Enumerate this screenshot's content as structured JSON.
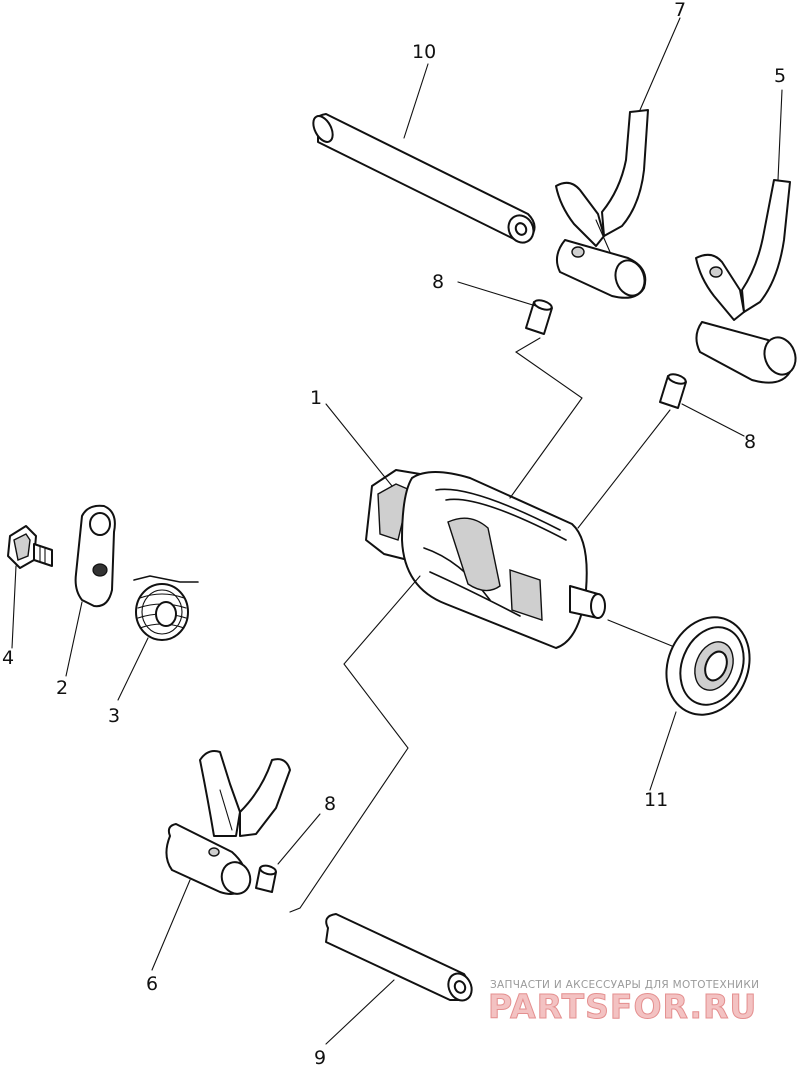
{
  "parts": [
    {
      "id": "part-1",
      "label": "1"
    },
    {
      "id": "part-2",
      "label": "2"
    },
    {
      "id": "part-3",
      "label": "3"
    },
    {
      "id": "part-4",
      "label": "4"
    },
    {
      "id": "part-5",
      "label": "5"
    },
    {
      "id": "part-6",
      "label": "6"
    },
    {
      "id": "part-7",
      "label": "7"
    },
    {
      "id": "part-8a",
      "label": "8"
    },
    {
      "id": "part-8b",
      "label": "8"
    },
    {
      "id": "part-8c",
      "label": "8"
    },
    {
      "id": "part-9",
      "label": "9"
    },
    {
      "id": "part-10",
      "label": "10"
    },
    {
      "id": "part-11",
      "label": "11"
    }
  ],
  "watermark": {
    "tagline": "ЗАПЧАСТИ И АКСЕССУАРЫ ДЛЯ МОТОТЕХНИКИ",
    "logo": "PARTSFOR.RU"
  }
}
